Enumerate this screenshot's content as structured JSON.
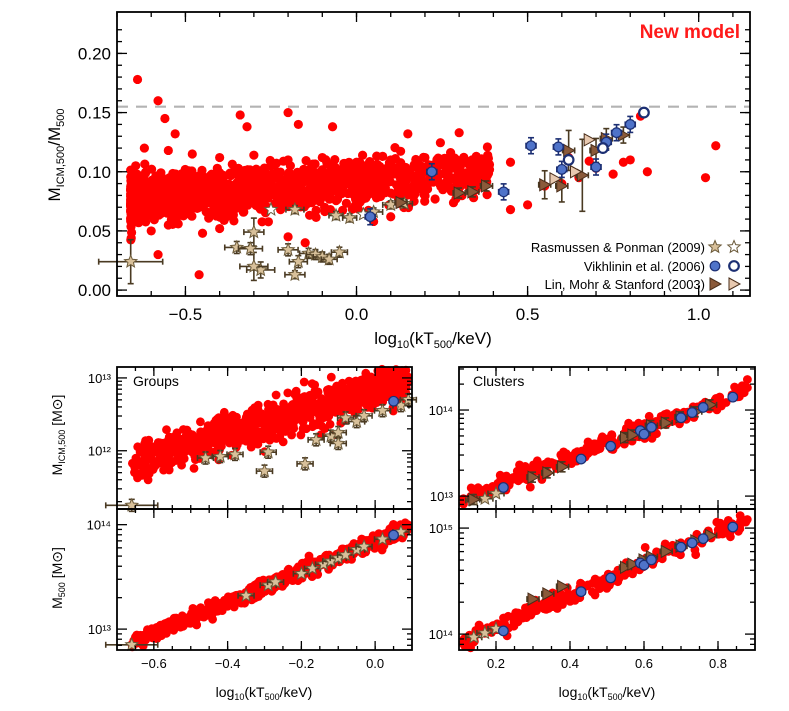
{
  "colors": {
    "simulation": "#ff0000",
    "rasmussen_ponman": "#d8c09a",
    "vikhlinin": "#4f73c9",
    "lin_mohr_stanford": "#8a5a3a",
    "errorbar": "#4a3a22",
    "dashed_line": "#b3b3b3",
    "title": "#ff1a1a"
  },
  "chart_data": [
    {
      "id": "top",
      "type": "scatter",
      "title": "New model",
      "xlabel": "log10(kT500/keV)",
      "ylabel": "MICM,500/M500",
      "xlim": [
        -0.7,
        1.15
      ],
      "ylim": [
        -0.005,
        0.235
      ],
      "xticks": [
        -0.5,
        0.0,
        0.5,
        1.0
      ],
      "xtick_labels": [
        "−0.5",
        "0.0",
        "0.5",
        "1.0"
      ],
      "yticks": [
        0.0,
        0.05,
        0.1,
        0.15,
        0.2
      ],
      "ytick_labels": [
        "0.00",
        "0.05",
        "0.10",
        "0.15",
        "0.20"
      ],
      "reference_line_y": 0.155,
      "legend_position": "bottom-right",
      "legend": [
        {
          "label": "Rasmussen & Ponman (2009)",
          "marker": "star"
        },
        {
          "label": "Vikhlinin et al. (2006)",
          "marker": "circle"
        },
        {
          "label": "Lin, Mohr & Stanford (2003)",
          "marker": "triangle"
        }
      ],
      "sim_points": [
        [
          -0.64,
          0.178
        ],
        [
          -0.58,
          0.16
        ],
        [
          -0.56,
          0.145
        ],
        [
          -0.53,
          0.132
        ],
        [
          -0.34,
          0.148
        ],
        [
          -0.32,
          0.138
        ],
        [
          -0.2,
          0.15
        ],
        [
          -0.17,
          0.14
        ],
        [
          -0.07,
          0.138
        ],
        [
          0.15,
          0.132
        ],
        [
          0.3,
          0.133
        ],
        [
          0.83,
          0.147
        ],
        [
          1.05,
          0.122
        ],
        [
          1.02,
          0.095
        ],
        [
          0.78,
          0.108
        ],
        [
          0.7,
          0.103
        ],
        [
          0.6,
          0.09
        ],
        [
          0.55,
          0.088
        ],
        [
          0.5,
          0.072
        ],
        [
          0.45,
          0.068
        ],
        [
          -0.6,
          0.05
        ],
        [
          -0.55,
          0.055
        ],
        [
          -0.45,
          0.048
        ],
        [
          -0.4,
          0.052
        ],
        [
          -0.58,
          0.03
        ],
        [
          -0.46,
          0.013
        ],
        [
          -0.2,
          0.045
        ],
        [
          -0.15,
          0.04
        ],
        [
          0.05,
          0.058
        ],
        [
          0.1,
          0.062
        ],
        [
          -0.62,
          0.12
        ],
        [
          -0.55,
          0.118
        ],
        [
          -0.48,
          0.115
        ],
        [
          -0.4,
          0.112
        ],
        [
          -0.3,
          0.114
        ],
        [
          -0.2,
          0.11
        ],
        [
          -0.1,
          0.112
        ],
        [
          0.0,
          0.108
        ],
        [
          0.1,
          0.11
        ],
        [
          0.2,
          0.112
        ],
        [
          0.35,
          0.113
        ],
        [
          0.45,
          0.108
        ],
        [
          0.62,
          0.112
        ],
        [
          0.68,
          0.109
        ],
        [
          0.8,
          0.11
        ],
        [
          0.85,
          0.1
        ],
        [
          0.75,
          0.098
        ],
        [
          0.65,
          0.095
        ]
      ],
      "rp_points": [
        [
          -0.66,
          0.024
        ],
        [
          -0.3,
          0.049
        ],
        [
          -0.28,
          0.017
        ],
        [
          -0.3,
          0.02
        ],
        [
          -0.35,
          0.036
        ],
        [
          -0.31,
          0.035
        ],
        [
          -0.2,
          0.034
        ],
        [
          -0.17,
          0.024
        ],
        [
          -0.14,
          0.031
        ],
        [
          -0.12,
          0.03
        ],
        [
          -0.18,
          0.013
        ],
        [
          -0.1,
          0.028
        ],
        [
          -0.08,
          0.026
        ],
        [
          -0.05,
          0.032
        ],
        [
          0.05,
          0.066
        ],
        [
          0.1,
          0.072
        ],
        [
          0.14,
          0.073
        ],
        [
          -0.02,
          0.061
        ],
        [
          -0.06,
          0.063
        ],
        [
          -0.18,
          0.068
        ]
      ],
      "rp_hollow_points": [
        [
          -0.25,
          0.068
        ],
        [
          0.02,
          0.064
        ]
      ],
      "vik_points": [
        [
          0.04,
          0.062
        ],
        [
          0.22,
          0.1
        ],
        [
          0.43,
          0.083
        ],
        [
          0.51,
          0.122
        ],
        [
          0.59,
          0.121
        ],
        [
          0.6,
          0.102
        ],
        [
          0.7,
          0.104
        ],
        [
          0.73,
          0.125
        ],
        [
          0.76,
          0.133
        ],
        [
          0.8,
          0.14
        ]
      ],
      "vik_hollow_points": [
        [
          0.62,
          0.11
        ],
        [
          0.72,
          0.12
        ],
        [
          0.84,
          0.15
        ]
      ],
      "lin_points": [
        [
          0.13,
          0.074
        ],
        [
          0.3,
          0.082
        ],
        [
          0.34,
          0.083
        ],
        [
          0.38,
          0.088
        ],
        [
          0.55,
          0.089
        ],
        [
          0.6,
          0.088
        ],
        [
          0.62,
          0.118
        ],
        [
          0.66,
          0.097
        ],
        [
          0.7,
          0.118
        ],
        [
          0.73,
          0.128
        ],
        [
          0.78,
          0.131
        ]
      ],
      "lin_hollow_points": [
        [
          0.58,
          0.094
        ],
        [
          0.64,
          0.1
        ],
        [
          0.68,
          0.127
        ]
      ]
    },
    {
      "id": "groups-icm",
      "type": "scatter",
      "title": "Groups",
      "xlabel": "",
      "ylabel": "MICM,500 [M⊙]",
      "xlim": [
        -0.7,
        0.1
      ],
      "ylim_log10": [
        11.2,
        13.15
      ],
      "ytick_values_log10": [
        12,
        13
      ],
      "ytick_labels": [
        "10¹²",
        "10¹³"
      ],
      "sim_trend": [
        [
          -0.66,
          11.85
        ],
        [
          0.09,
          12.95
        ]
      ],
      "rp_points": [
        [
          -0.66,
          11.25
        ],
        [
          -0.46,
          11.9
        ],
        [
          -0.42,
          11.92
        ],
        [
          -0.38,
          11.95
        ],
        [
          -0.3,
          11.72
        ],
        [
          -0.29,
          11.98
        ],
        [
          -0.19,
          11.82
        ],
        [
          -0.16,
          12.15
        ],
        [
          -0.12,
          12.2
        ],
        [
          -0.1,
          12.25
        ],
        [
          -0.08,
          12.45
        ],
        [
          -0.05,
          12.4
        ],
        [
          -0.03,
          12.48
        ],
        [
          -0.1,
          12.1
        ],
        [
          0.02,
          12.55
        ],
        [
          0.07,
          12.62
        ],
        [
          0.09,
          12.7
        ]
      ],
      "vik_points": [
        [
          0.05,
          12.68
        ]
      ]
    },
    {
      "id": "clusters-icm",
      "type": "scatter",
      "title": "Clusters",
      "xlabel": "",
      "ylabel": "",
      "xlim": [
        0.1,
        0.9
      ],
      "ylim_log10": [
        12.85,
        14.5
      ],
      "ytick_values_log10": [
        13,
        14
      ],
      "ytick_labels": [
        "10¹³",
        "10¹⁴"
      ],
      "sim_trend": [
        [
          0.11,
          12.97
        ],
        [
          0.88,
          14.25
        ]
      ],
      "rp_points": [
        [
          0.14,
          12.95
        ],
        [
          0.17,
          12.97
        ],
        [
          0.2,
          13.03
        ]
      ],
      "vik_points": [
        [
          0.22,
          13.1
        ],
        [
          0.43,
          13.43
        ],
        [
          0.51,
          13.58
        ],
        [
          0.59,
          13.76
        ],
        [
          0.6,
          13.72
        ],
        [
          0.62,
          13.8
        ],
        [
          0.7,
          13.91
        ],
        [
          0.73,
          13.97
        ],
        [
          0.76,
          14.03
        ],
        [
          0.84,
          14.15
        ]
      ],
      "lin_points": [
        [
          0.14,
          12.96
        ],
        [
          0.3,
          13.22
        ],
        [
          0.34,
          13.27
        ],
        [
          0.38,
          13.34
        ],
        [
          0.55,
          13.68
        ],
        [
          0.57,
          13.71
        ],
        [
          0.6,
          13.73
        ],
        [
          0.62,
          13.82
        ],
        [
          0.66,
          13.85
        ],
        [
          0.7,
          13.92
        ],
        [
          0.74,
          13.98
        ],
        [
          0.78,
          14.06
        ]
      ]
    },
    {
      "id": "groups-m500",
      "type": "scatter",
      "title": "",
      "xlabel": "log10(kT500/keV)",
      "ylabel": "M500 [M⊙]",
      "xlim": [
        -0.7,
        0.1
      ],
      "ylim_log10": [
        12.8,
        14.15
      ],
      "xticks": [
        -0.6,
        -0.4,
        -0.2,
        0.0
      ],
      "xtick_labels": [
        "−0.6",
        "−0.4",
        "−0.2",
        "0.0"
      ],
      "ytick_values_log10": [
        13,
        14
      ],
      "ytick_labels": [
        "10¹³",
        "10¹⁴"
      ],
      "sim_trend": [
        [
          -0.66,
          12.87
        ],
        [
          0.09,
          13.97
        ]
      ],
      "rp_points": [
        [
          -0.66,
          12.85
        ],
        [
          -0.35,
          13.32
        ],
        [
          -0.29,
          13.42
        ],
        [
          -0.27,
          13.45
        ],
        [
          -0.2,
          13.53
        ],
        [
          -0.17,
          13.58
        ],
        [
          -0.14,
          13.62
        ],
        [
          -0.12,
          13.65
        ],
        [
          -0.1,
          13.68
        ],
        [
          -0.08,
          13.71
        ],
        [
          -0.05,
          13.76
        ],
        [
          -0.03,
          13.79
        ],
        [
          0.02,
          13.86
        ],
        [
          0.07,
          13.93
        ]
      ],
      "vik_points": [
        [
          0.05,
          13.9
        ]
      ]
    },
    {
      "id": "clusters-m500",
      "type": "scatter",
      "title": "",
      "xlabel": "log10(kT500/keV)",
      "ylabel": "",
      "xlim": [
        0.1,
        0.9
      ],
      "ylim_log10": [
        13.85,
        15.18
      ],
      "xticks": [
        0.2,
        0.4,
        0.6,
        0.8
      ],
      "xtick_labels": [
        "0.2",
        "0.4",
        "0.6",
        "0.8"
      ],
      "ytick_values_log10": [
        14,
        15
      ],
      "ytick_labels": [
        "10¹⁴",
        "10¹⁵"
      ],
      "sim_trend": [
        [
          0.11,
          13.93
        ],
        [
          0.88,
          15.08
        ]
      ],
      "rp_points": [
        [
          0.14,
          13.97
        ],
        [
          0.17,
          14.01
        ],
        [
          0.2,
          14.05
        ]
      ],
      "vik_points": [
        [
          0.22,
          14.03
        ],
        [
          0.43,
          14.4
        ],
        [
          0.51,
          14.53
        ],
        [
          0.59,
          14.67
        ],
        [
          0.6,
          14.65
        ],
        [
          0.62,
          14.7
        ],
        [
          0.7,
          14.82
        ],
        [
          0.73,
          14.86
        ],
        [
          0.76,
          14.9
        ],
        [
          0.84,
          15.01
        ]
      ],
      "lin_points": [
        [
          0.3,
          14.33
        ],
        [
          0.34,
          14.38
        ],
        [
          0.38,
          14.45
        ],
        [
          0.55,
          14.63
        ],
        [
          0.57,
          14.66
        ],
        [
          0.6,
          14.7
        ],
        [
          0.62,
          14.73
        ],
        [
          0.66,
          14.78
        ],
        [
          0.7,
          14.83
        ],
        [
          0.74,
          14.88
        ],
        [
          0.78,
          14.93
        ]
      ]
    }
  ]
}
